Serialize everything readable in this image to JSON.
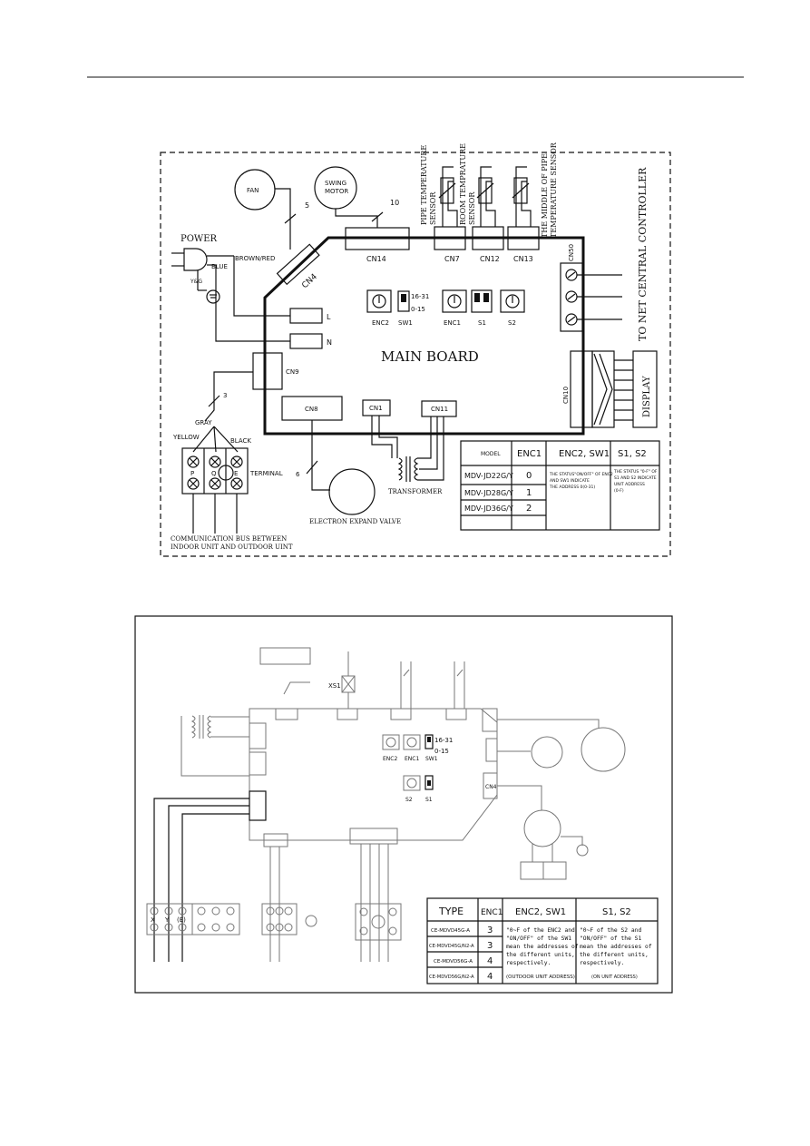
{
  "diagram1": {
    "components": {
      "fan": "FAN",
      "swing_motor_1": "SWING",
      "swing_motor_2": "MOTOR",
      "power": "POWER",
      "brown_red": "BROWN/RED",
      "blue": "BLUE",
      "yg": "Y&G",
      "main_board": "MAIN BOARD",
      "transformer": "TRANSFORMER",
      "electron_valve": "ELECTRON EXPAND VALVE",
      "terminal": "TERMINAL",
      "gray": "GRAY",
      "yellow": "YELLOW",
      "black": "BLACK",
      "display": "DISPLAY",
      "to_net": "TO NET CENTRAL CONTROLLER",
      "bus_1": "COMMUNICATION BUS BETWEEN",
      "bus_2": "INDOOR UNIT AND OUTDOOR UINT"
    },
    "sensors": {
      "pipe_1": "PIPE TEMPERATURE",
      "pipe_2": "SENSOR",
      "room_1": "ROOM TEMPRATURE",
      "room_2": "SENSOR",
      "middle_1": "THE MIDDLE OF PIPE",
      "middle_2": "TEMPERATURE SENSOR"
    },
    "connectors": {
      "cn4": "CN4",
      "cn14": "CN14",
      "cn7": "CN7",
      "cn12": "CN12",
      "cn13": "CN13",
      "cn50": "CN50",
      "cn9": "CN9",
      "cn8": "CN8",
      "cn1": "CN1",
      "cn11": "CN11",
      "cn10": "CN10",
      "l": "L",
      "n": "N",
      "enc2": "ENC2",
      "sw1": "SW1",
      "enc1": "ENC1",
      "s1": "S1",
      "s2": "S2",
      "range_hi": "16-31",
      "range_lo": "0-15"
    },
    "wire_counts": {
      "fan": "5",
      "swing": "10",
      "gray": "3",
      "terminal": "6"
    },
    "terminal_letters": [
      "P",
      "Q",
      "E"
    ],
    "table": {
      "headers": [
        "MODEL",
        "ENC1",
        "ENC2, SW1",
        "S1, S2"
      ],
      "rows": [
        {
          "model": "MDV-JD22G/Y",
          "enc1": "0"
        },
        {
          "model": "MDV-JD28G/Y",
          "enc1": "1"
        },
        {
          "model": "MDV-JD36G/Y",
          "enc1": "2"
        }
      ],
      "enc2_note": [
        "THE STATUS\"ON/OFF\" OF ENC2",
        "AND SW1 INDICATE",
        "THE ADDRESS 0(0-31)"
      ],
      "s_note": [
        "THE STATUS \"0-F\" OF",
        "S1 AND S2 INDICATE",
        "UNIT ADDRESS",
        "(0-F)"
      ]
    }
  },
  "diagram2": {
    "labels": {
      "xs1": "XS1",
      "enc2": "ENC2",
      "enc1": "ENC1",
      "sw1": "SW1",
      "range_hi": "16-31",
      "range_lo": "0-15",
      "s2": "S2",
      "s1": "S1",
      "cn4": "CN4"
    },
    "terminal_letters": [
      "X",
      "Y",
      "(E)"
    ],
    "table": {
      "headers": [
        "TYPE",
        "ENC1",
        "ENC2, SW1",
        "S1, S2"
      ],
      "rows": [
        {
          "type": "CE-MDVD45G-A",
          "enc1": "3"
        },
        {
          "type": "CE-MDVD45G/N2-A",
          "enc1": "3"
        },
        {
          "type": "CE-MDVD56G-A",
          "enc1": "4"
        },
        {
          "type": "CE-MDVD56G/N2-A",
          "enc1": "4"
        }
      ],
      "enc2_note": [
        "\"0~F of the ENC2 and",
        "\"ON/OFF\" of the SW1",
        "mean the addresses of",
        "the different units,",
        "respectively."
      ],
      "enc2_foot": "(OUTDOOR UNIT ADDRESS)",
      "s_note": [
        "\"0~F of the S2 and",
        "\"ON/OFF\" of the S1",
        "mean the addresses of",
        "the different units,",
        "respectively."
      ],
      "s_foot": "(ON UNIT ADDRESS)"
    }
  }
}
